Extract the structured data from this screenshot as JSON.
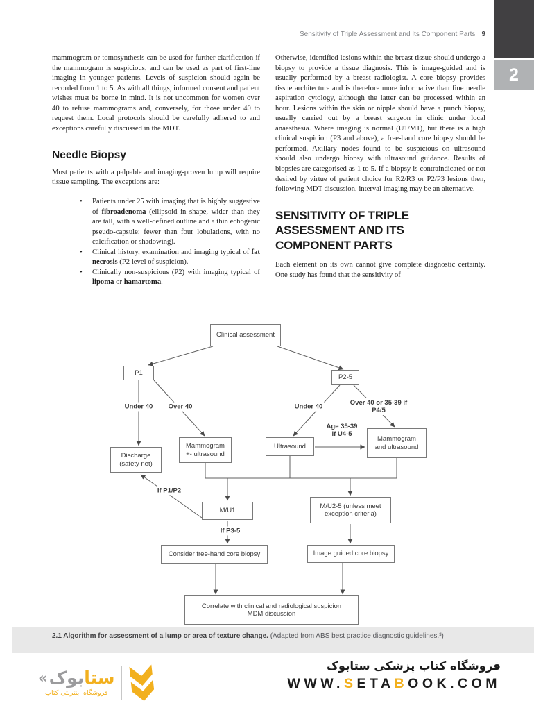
{
  "header": {
    "running_title": "Sensitivity of Triple Assessment and Its Component Parts",
    "page_number": "9",
    "chapter_tab_number": "2"
  },
  "left_column": {
    "paragraph1": "mammogram or tomosynthesis can be used for further clarification if the mammogram is suspicious, and can be used as part of first-line imaging in younger patients. Levels of suspicion should again be recorded from 1 to 5. As with all things, informed consent and patient wishes must be borne in mind. It is not uncommon for women over 40 to refuse mammograms and, conversely, for those under 40 to request them. Local protocols should be carefully adhered to and exceptions carefully discussed in the MDT.",
    "heading": "Needle Biopsy",
    "paragraph2": "Most patients with a palpable and imaging-proven lump will require tissue sampling. The exceptions are:",
    "bullet_glyph": "•",
    "bullets": {
      "b1": {
        "pre": "Patients under 25 with imaging that is highly suggestive of ",
        "bold": "fibroadenoma",
        "post": " (ellipsoid in shape, wider than they are tall, with a well-defined outline and a thin echogenic pseudo-capsule; fewer than four lobulations, with no calcification or shadowing)."
      },
      "b2": {
        "pre": "Clinical history, examination and imaging typical of ",
        "bold": "fat necrosis",
        "post": " (P2 level of suspicion)."
      },
      "b3": {
        "pre": "Clinically non-suspicious (P2) with imaging typical of ",
        "bold1": "lipoma",
        "mid": " or ",
        "bold2": "hamartoma",
        "post": "."
      }
    }
  },
  "right_column": {
    "paragraph1": "Otherwise, identified lesions within the breast tissue should undergo a biopsy to provide a tissue diagnosis. This is image-guided and is usually performed by a breast radiologist. A core biopsy provides tissue architecture and is therefore more informative than fine needle aspiration cytology, although the latter can be processed within an hour. Lesions within the skin or nipple should have a punch biopsy, usually carried out by a breast surgeon in clinic under local anaesthesia. Where imaging is normal (U1/M1), but there is a high clinical suspicion (P3 and above), a free-hand core biopsy should be performed. Axillary nodes found to be suspicious on ultrasound should also undergo biopsy with ultrasound guidance. Results of biopsies are categorised as 1 to 5. If a biopsy is contraindicated or not desired by virtue of patient choice for R2/R3 or P2/P3 lesions then, following MDT discussion, interval imaging may be an alternative.",
    "heading": "SENSITIVITY OF TRIPLE\nASSESSMENT AND ITS\nCOMPONENT PARTS",
    "paragraph2": "Each element on its own cannot give complete diagnostic certainty. One study has found that the sensitivity of"
  },
  "flowchart": {
    "nodes": {
      "clinical": "Clinical assessment",
      "p1": "P1",
      "p25": "P2-5",
      "discharge": "Discharge\n(safety net)",
      "mammo_us": "Mammogram\n+- ultrasound",
      "ultrasound": "Ultrasound",
      "mammo_and_us": "Mammogram\nand ultrasound",
      "mu1": "M/U1",
      "mu25": "M/U2-5 (unless meet\nexception criteria)",
      "freehand": "Consider free-hand core biopsy",
      "image_guided": "Image guided core biopsy",
      "correlate": "Correlate with clinical and radiological suspicion\nMDM discussion"
    },
    "edge_labels": {
      "under40_left": "Under 40",
      "over40_left": "Over 40",
      "under40_right": "Under 40",
      "over40_right": "Over 40 or 35-39 if P4/5",
      "age3539": "Age 35-39\nif U4-5",
      "if_p1p2": "If P1/P2",
      "if_p35": "If P3-5"
    }
  },
  "caption": {
    "bold": "2.1 Algorithm for assessment of a lump or area of texture change.",
    "rest": " (Adapted from ABS best practice diagnostic guidelines.³)"
  },
  "footer": {
    "store_name_fa": "فروشگاه کتاب پزشکی ستابوک",
    "url": {
      "p1": "WWW.",
      "p2": "S",
      "p3": "ETA",
      "p4": "B",
      "p5": "OOK.COM"
    },
    "logo": {
      "guillemet": "«",
      "wordmark_yellow": "ستا",
      "wordmark_gray": "بوک",
      "tagline_fa": "فروشگاه اینترنتی کتاب"
    },
    "accent_yellow": "#F2B01E"
  }
}
